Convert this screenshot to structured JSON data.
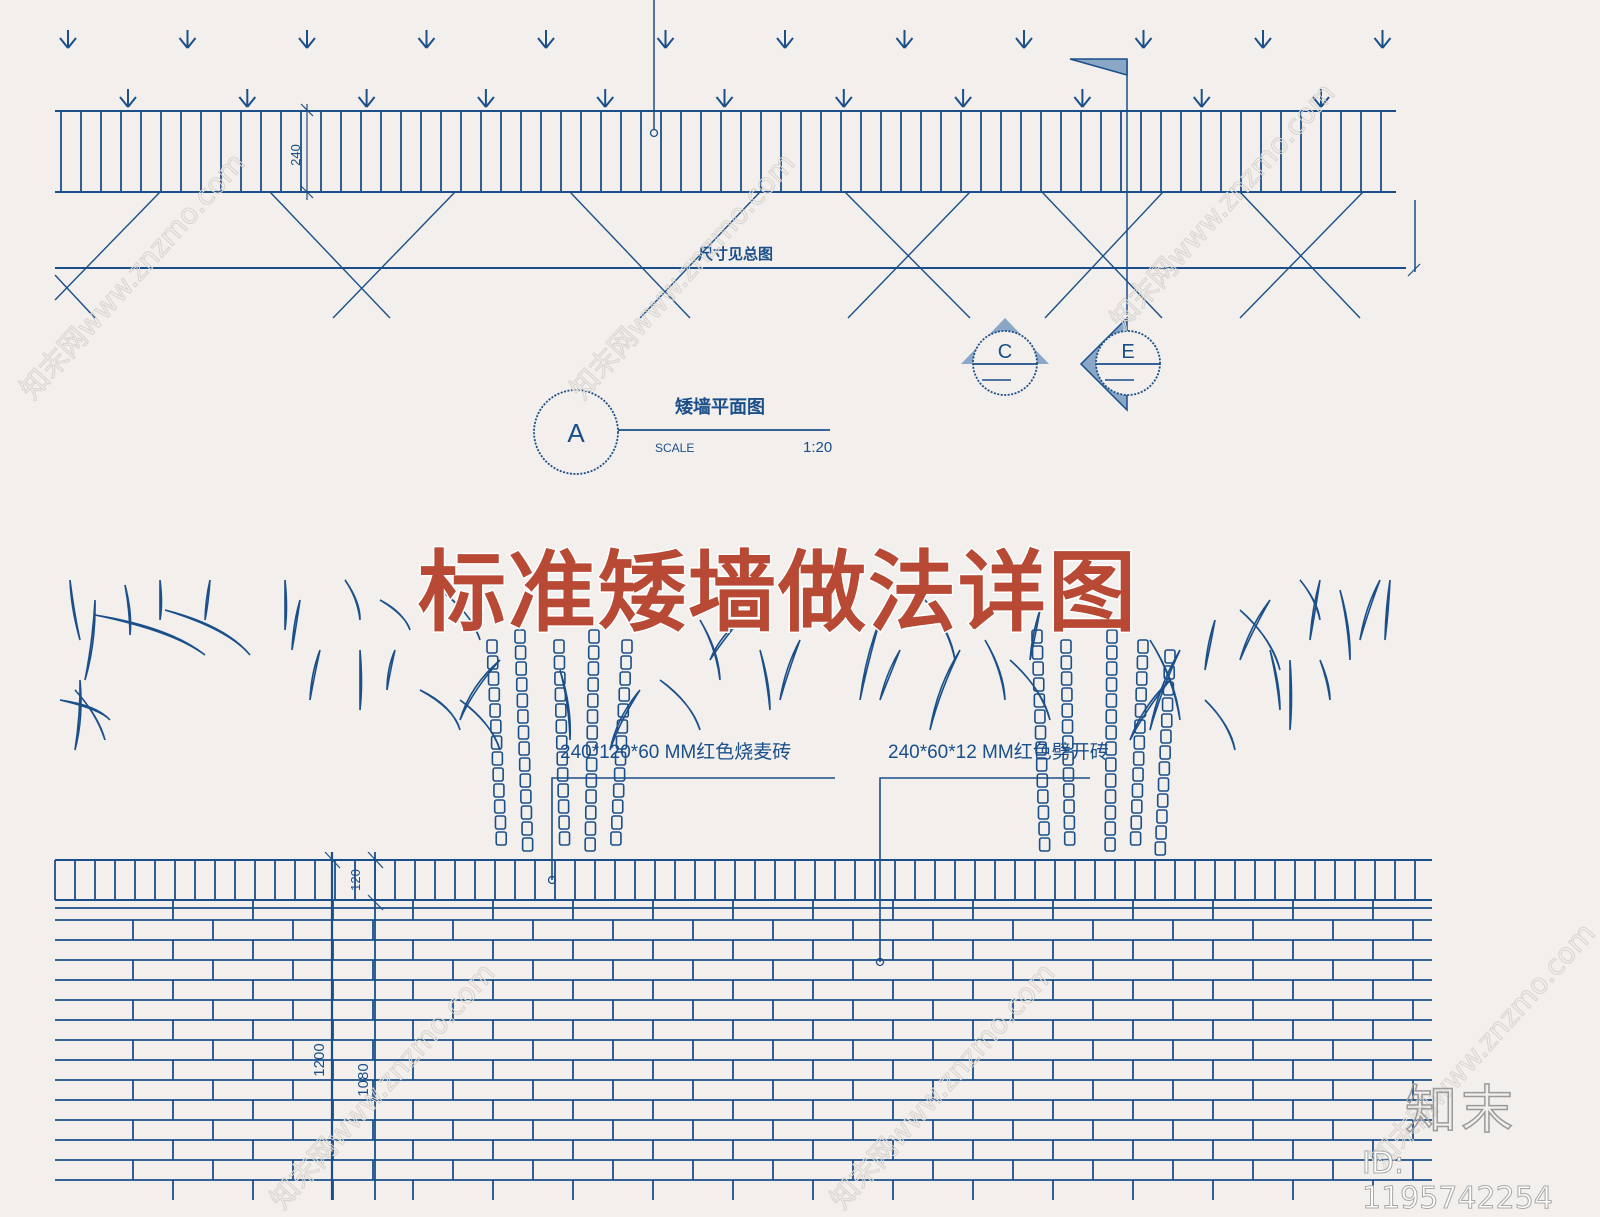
{
  "drawing": {
    "title": "标准矮墙做法详图",
    "colors": {
      "background": "#f2efec",
      "line": "#1a4f8a",
      "title": "#b84a35",
      "symbol_fill": "#8aa7c7"
    },
    "plan_view": {
      "dimension_240": "240",
      "note": "尺寸见总图",
      "callout_name": "矮墙平面图",
      "callout_letter": "A",
      "scale_label": "SCALE",
      "scale_value": "1:20"
    },
    "section_markers": [
      {
        "letter": "C",
        "direction": "up"
      },
      {
        "letter": "E",
        "direction": "left"
      }
    ],
    "elevation": {
      "label_left": "240*120*60 MM红色烧麦砖",
      "label_right": "240*60*12 MM红色劈开砖",
      "dim_coping": "120",
      "dim_total": "1200",
      "dim_wall": "1080"
    }
  },
  "watermark": {
    "logo": "知末",
    "id_text": "ID: 1195742254",
    "diagonal_text": "知末网www.znzmo.com"
  }
}
